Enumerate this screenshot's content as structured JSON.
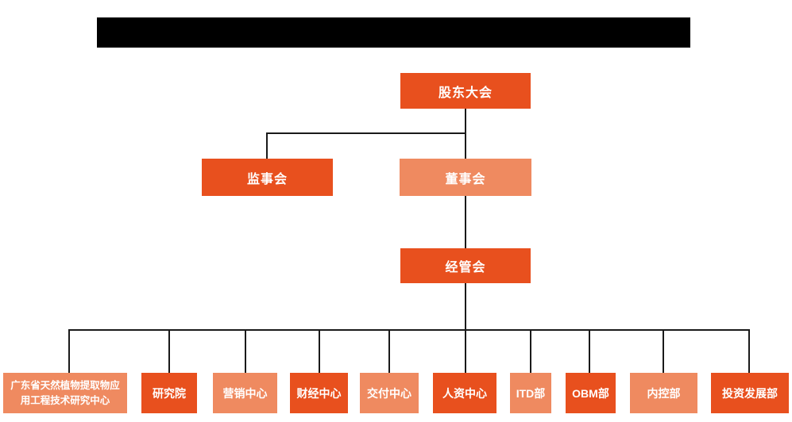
{
  "title_bar": {
    "redacted": true,
    "text": ""
  },
  "org": {
    "colors": {
      "node_dark": "#E8501E",
      "node_light": "#EF8A60",
      "connector": "#1a1a1a",
      "redacted_bar": "#000000",
      "node_text": "#ffffff",
      "background": "#ffffff"
    },
    "nodes": {
      "shareholders": {
        "label": "股东大会",
        "level": 1,
        "variant": "dark"
      },
      "supervisory": {
        "label": "监事会",
        "level": 2,
        "variant": "dark"
      },
      "board": {
        "label": "董事会",
        "level": 2,
        "variant": "light"
      },
      "management": {
        "label": "经管会",
        "level": 3,
        "variant": "dark"
      },
      "research_center": {
        "label": "广东省天然植物提取物应用工程技术研究中心",
        "level": 4,
        "variant": "light"
      },
      "research_institute": {
        "label": "研究院",
        "level": 4,
        "variant": "dark"
      },
      "marketing": {
        "label": "营销中心",
        "level": 4,
        "variant": "light"
      },
      "finance": {
        "label": "财经中心",
        "level": 4,
        "variant": "dark"
      },
      "delivery": {
        "label": "交付中心",
        "level": 4,
        "variant": "light"
      },
      "hr": {
        "label": "人资中心",
        "level": 4,
        "variant": "dark"
      },
      "itd": {
        "label": "ITD部",
        "level": 4,
        "variant": "light"
      },
      "obm": {
        "label": "OBM部",
        "level": 4,
        "variant": "dark"
      },
      "internal_control": {
        "label": "内控部",
        "level": 4,
        "variant": "light"
      },
      "investment": {
        "label": "投资发展部",
        "level": 4,
        "variant": "dark"
      }
    },
    "edges": [
      {
        "from": "shareholders",
        "to": "supervisory"
      },
      {
        "from": "shareholders",
        "to": "board"
      },
      {
        "from": "board",
        "to": "management"
      },
      {
        "from": "management",
        "to": "research_center"
      },
      {
        "from": "management",
        "to": "research_institute"
      },
      {
        "from": "management",
        "to": "marketing"
      },
      {
        "from": "management",
        "to": "finance"
      },
      {
        "from": "management",
        "to": "delivery"
      },
      {
        "from": "management",
        "to": "hr"
      },
      {
        "from": "management",
        "to": "itd"
      },
      {
        "from": "management",
        "to": "obm"
      },
      {
        "from": "management",
        "to": "internal_control"
      },
      {
        "from": "management",
        "to": "investment"
      }
    ]
  }
}
